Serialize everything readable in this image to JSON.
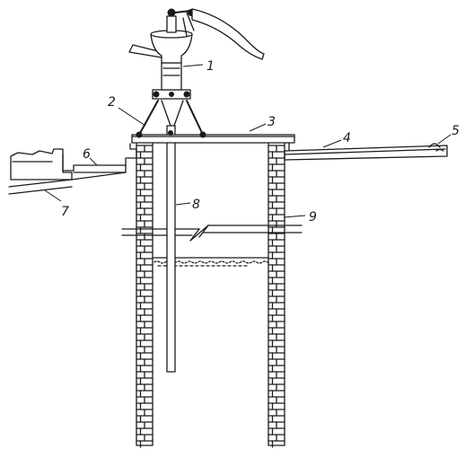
{
  "figure": {
    "callouts": [
      {
        "id": "1",
        "text": "1"
      },
      {
        "id": "2",
        "text": "2"
      },
      {
        "id": "3",
        "text": "3"
      },
      {
        "id": "4",
        "text": "4"
      },
      {
        "id": "5",
        "text": "5"
      },
      {
        "id": "6",
        "text": "6"
      },
      {
        "id": "7",
        "text": "7"
      },
      {
        "id": "8",
        "text": "8"
      },
      {
        "id": "9",
        "text": "9"
      }
    ],
    "colors": {
      "ink": "#1a1a1a",
      "paper": "#ffffff"
    }
  }
}
